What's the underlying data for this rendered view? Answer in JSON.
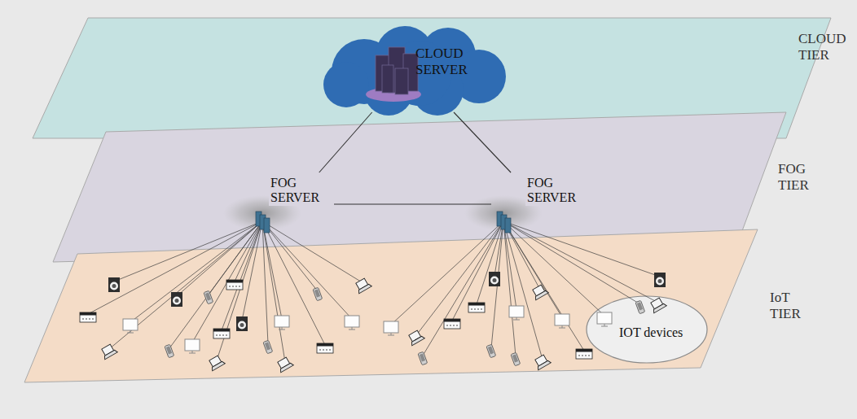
{
  "diagram": {
    "nodes": [
      {
        "text": [
          "CLOUD TIER"
        ]
      },
      {
        "text": [
          "CLOUD SERVER"
        ],
        "in": 0
      },
      {
        "text": [
          "FOG TIER"
        ]
      },
      {
        "text": [
          "FOG SERVER"
        ],
        "in": 2
      },
      {
        "text": [
          "FOG SERVER"
        ],
        "in": 2
      },
      {
        "text": [
          "IoT TIER"
        ]
      },
      {
        "text": [
          "IOT devices"
        ],
        "in": 5
      }
    ],
    "edges": [
      {
        "from": 1,
        "to": 3,
        "arrow": "none"
      },
      {
        "from": 1,
        "to": 4,
        "arrow": "none"
      },
      {
        "from": 3,
        "to": 4,
        "arrow": "none"
      }
    ]
  }
}
